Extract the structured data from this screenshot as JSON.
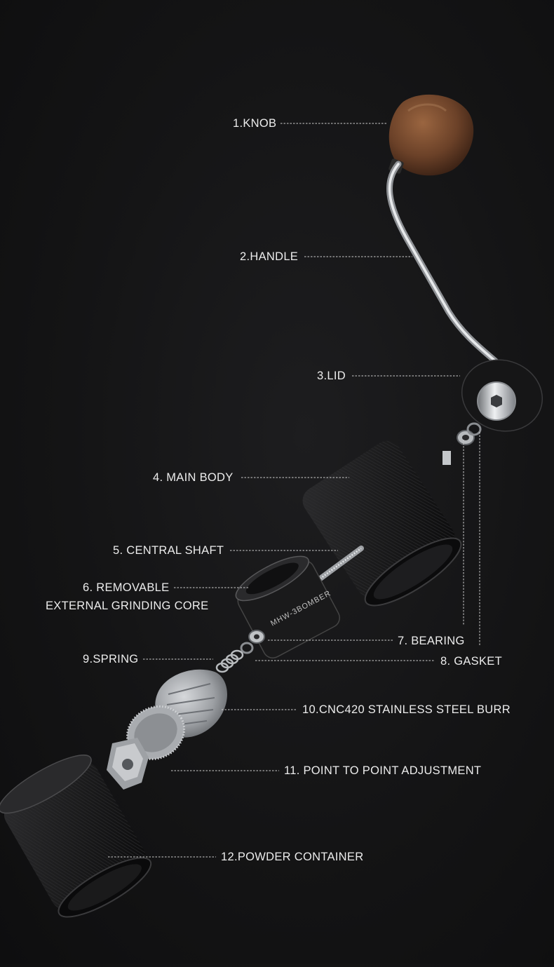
{
  "diagram": {
    "parts": [
      {
        "id": "knob",
        "label": "1.KNOB"
      },
      {
        "id": "handle",
        "label": "2.HANDLE"
      },
      {
        "id": "lid",
        "label": "3.LID"
      },
      {
        "id": "main-body",
        "label": "4. MAIN BODY"
      },
      {
        "id": "central-shaft",
        "label": "5. CENTRAL SHAFT"
      },
      {
        "id": "removable-core",
        "label_line1": "6. REMOVABLE",
        "label_line2": "EXTERNAL GRINDING CORE"
      },
      {
        "id": "bearing",
        "label": "7. BEARING"
      },
      {
        "id": "gasket",
        "label": "8. GASKET"
      },
      {
        "id": "spring",
        "label": "9.SPRING"
      },
      {
        "id": "burr",
        "label": "10.CNC420 STAINLESS STEEL BURR"
      },
      {
        "id": "adjustment",
        "label": "11. POINT TO POINT ADJUSTMENT"
      },
      {
        "id": "powder-container",
        "label": "12.POWDER CONTAINER"
      }
    ],
    "core_engraving": "MHW-3BOMBER",
    "colors": {
      "background": "#141415",
      "label": "#ececec",
      "leader_line": "#cfcfcf",
      "wood": "#6b4128",
      "steel": "#b9bcc0",
      "body": "#1b1b1c"
    }
  }
}
